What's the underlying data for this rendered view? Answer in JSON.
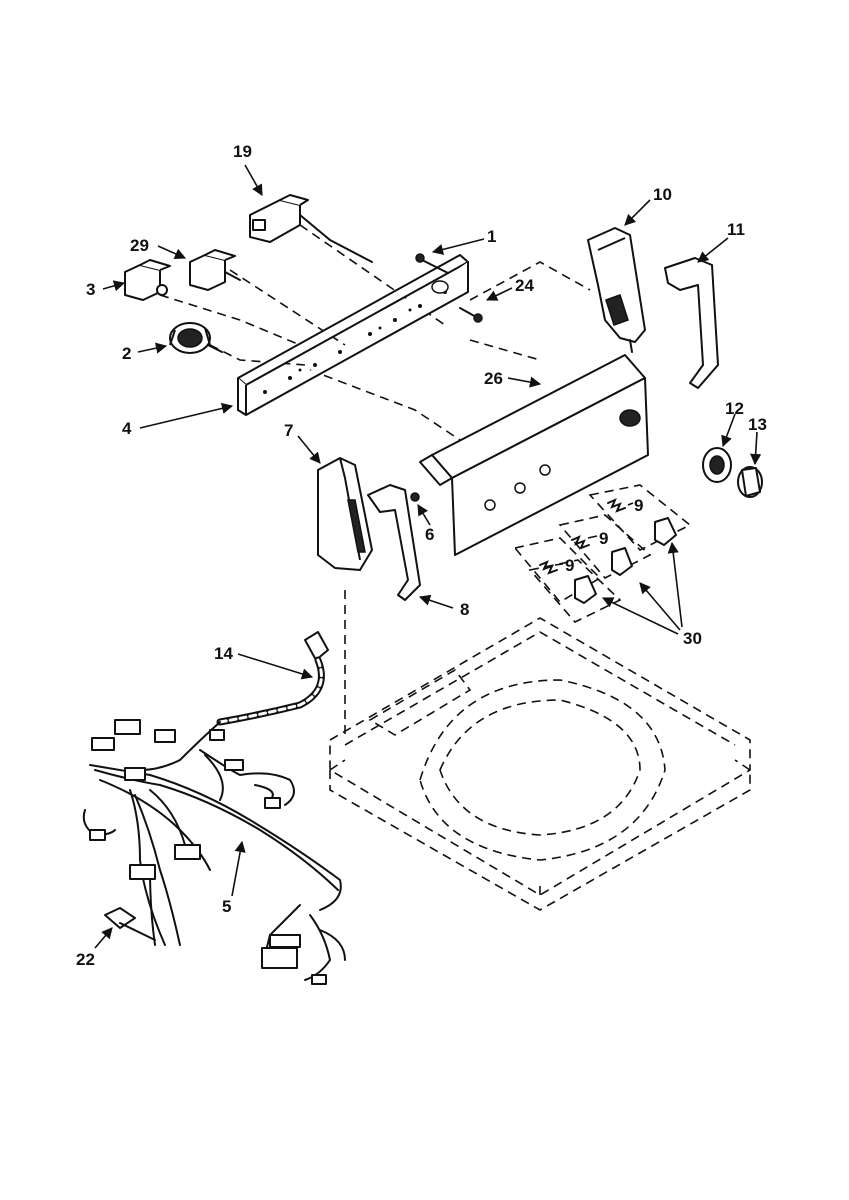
{
  "callouts": {
    "c1": "1",
    "c2": "2",
    "c3": "3",
    "c4": "4",
    "c5": "5",
    "c6": "6",
    "c7": "7",
    "c8": "8",
    "c9a": "9",
    "c9b": "9",
    "c9c": "9",
    "c10": "10",
    "c11": "11",
    "c12": "12",
    "c13": "13",
    "c14": "14",
    "c19": "19",
    "c22": "22",
    "c24": "24",
    "c26": "26",
    "c29": "29",
    "c30": "30"
  }
}
